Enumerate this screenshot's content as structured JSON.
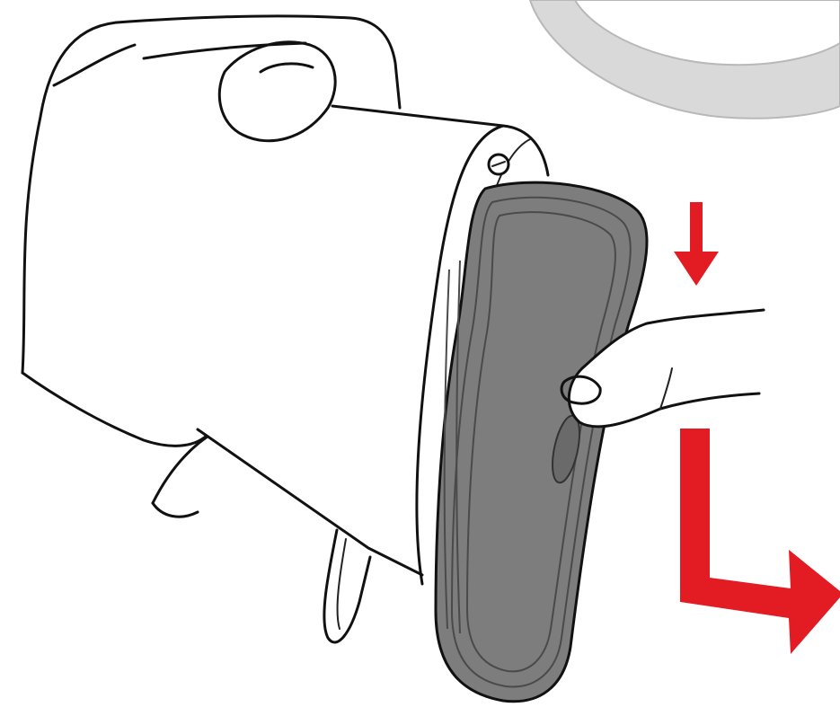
{
  "illustration": {
    "colors": {
      "background": "#ffffff",
      "line": "#111111",
      "ring": "#d9d9d9",
      "ring_outline": "#b8b8b8",
      "pad": "#7d7d7d",
      "pad_edge": "#606060",
      "pad_groove": "#4a4a4a",
      "arrow": "#e31b23"
    },
    "icons": {
      "ring": "grey-ring-shape",
      "device": "handheld-device",
      "pad": "grey-rubber-pad",
      "left_hand": "holding-hand",
      "right_finger": "pulling-finger",
      "small_arrow": "arrow-down",
      "large_arrow": "arrow-down-then-right"
    }
  }
}
